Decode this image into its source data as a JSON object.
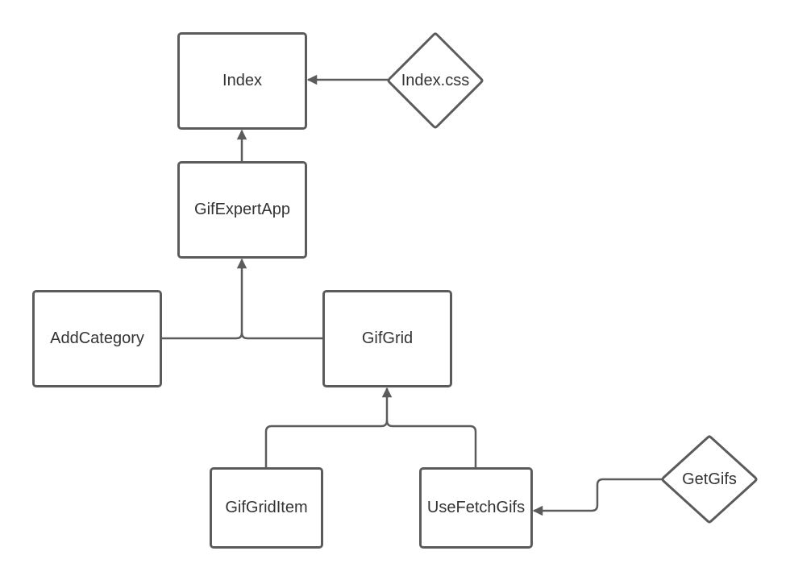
{
  "colors": {
    "stroke": "#5b5b5b",
    "text": "#333333",
    "background": "#ffffff"
  },
  "nodes": {
    "index": "Index",
    "index_css": "Index.css",
    "gif_expert_app": "GifExpertApp",
    "add_category": "AddCategory",
    "gif_grid": "GifGrid",
    "gif_grid_item": "GifGridItem",
    "use_fetch_gifs": "UseFetchGifs",
    "get_gifs": "GetGifs"
  },
  "edges": [
    {
      "from": "Index.css",
      "to": "Index"
    },
    {
      "from": "GifExpertApp",
      "to": "Index"
    },
    {
      "from": "AddCategory",
      "to": "GifExpertApp"
    },
    {
      "from": "GifGrid",
      "to": "GifExpertApp"
    },
    {
      "from": "GifGridItem",
      "to": "GifGrid"
    },
    {
      "from": "UseFetchGifs",
      "to": "GifGrid"
    },
    {
      "from": "GetGifs",
      "to": "UseFetchGifs"
    }
  ]
}
